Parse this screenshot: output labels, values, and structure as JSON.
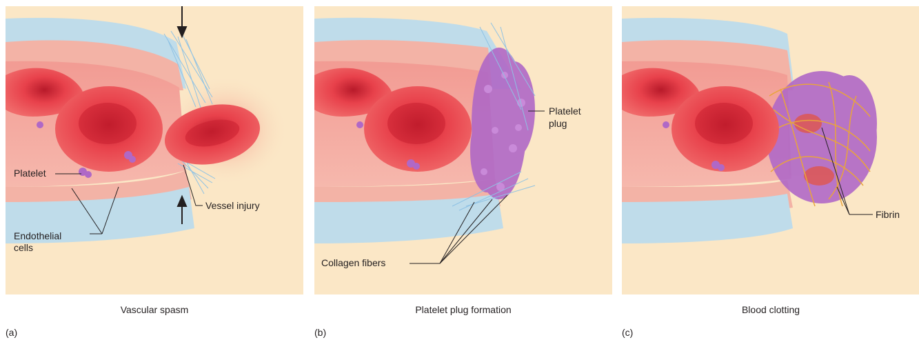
{
  "colors": {
    "background": "#fbe7c6",
    "vessel_wall": "#bfdcea",
    "endothelium": "#f3b3a6",
    "lumen": "#ee8d86",
    "red_cell": "#e63b45",
    "red_cell_center": "#c81f30",
    "platelet": "#b068c6",
    "collagen": "#8fc2e4",
    "fibrin": "#e9a43c"
  },
  "panels": [
    {
      "letter": "(a)",
      "caption": "Vascular spasm",
      "labels": {
        "platelet": "Platelet",
        "vessel_injury": "Vessel injury",
        "endothelial_line1": "Endothelial",
        "endothelial_line2": "cells"
      }
    },
    {
      "letter": "(b)",
      "caption": "Platelet plug formation",
      "labels": {
        "platelet_plug_line1": "Platelet",
        "platelet_plug_line2": "plug",
        "collagen_fibers": "Collagen fibers"
      }
    },
    {
      "letter": "(c)",
      "caption": "Blood clotting",
      "labels": {
        "fibrin": "Fibrin"
      }
    }
  ]
}
